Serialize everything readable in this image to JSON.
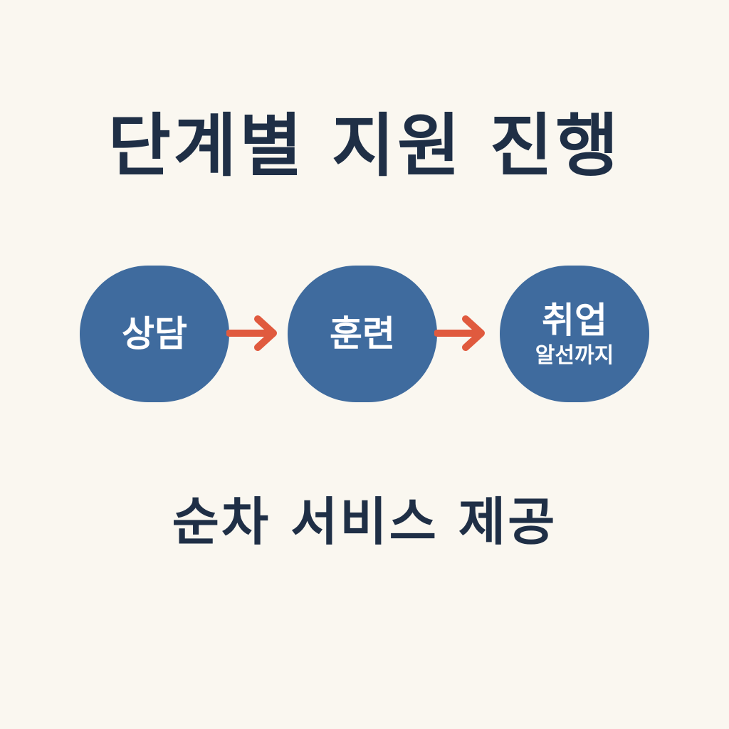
{
  "title": "단계별 지원 진행",
  "steps": [
    {
      "label": "상담",
      "sublabel": ""
    },
    {
      "label": "훈련",
      "sublabel": ""
    },
    {
      "label": "취업",
      "sublabel": "알선까지"
    }
  ],
  "subtitle": "순차 서비스 제공",
  "colors": {
    "background": "#faf7f0",
    "text": "#1f2f46",
    "circle": "#3f6b9e",
    "arrow": "#e05a3e"
  },
  "icons": [
    "arrow-right-icon"
  ]
}
